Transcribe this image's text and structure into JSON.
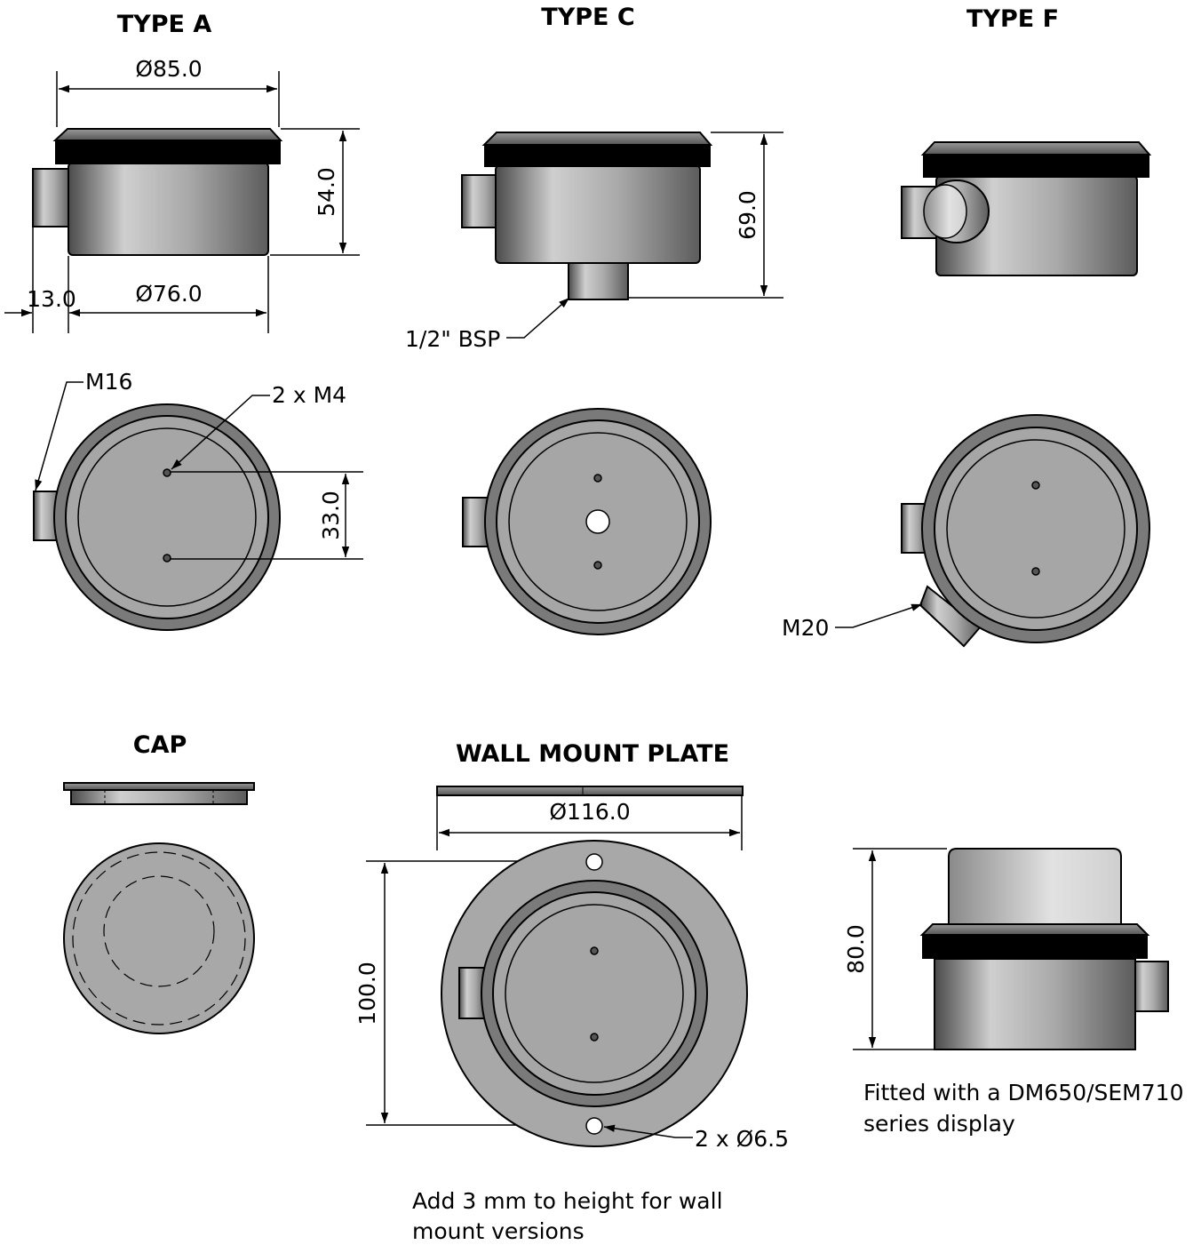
{
  "titles": {
    "type_a": "TYPE A",
    "type_c": "TYPE C",
    "type_f": "TYPE F",
    "cap": "CAP",
    "wall_mount": "WALL MOUNT PLATE"
  },
  "dimensions": {
    "type_a_top_diameter": "Ø85.0",
    "type_a_height": "54.0",
    "type_a_gland_length": "13.0",
    "type_a_body_diameter": "Ø76.0",
    "type_a_hole_spacing": "33.0",
    "type_c_height": "69.0",
    "wall_plate_diameter": "Ø116.0",
    "wall_plate_hole_spacing": "100.0",
    "display_height": "80.0"
  },
  "callouts": {
    "bsp": "1/2\" BSP",
    "m16": "M16",
    "m4": "2 x M4",
    "m20": "M20",
    "plate_holes": "2 x Ø6.5"
  },
  "notes": {
    "display_line1": "Fitted with a DM650/SEM710",
    "display_line2": "series display",
    "wall_line1": "Add 3 mm to height for wall",
    "wall_line2": "mount versions"
  },
  "colors": {
    "body": "#a8a8a8",
    "gasket": "#000000",
    "face": "#a6a6a6",
    "background": "#ffffff"
  }
}
